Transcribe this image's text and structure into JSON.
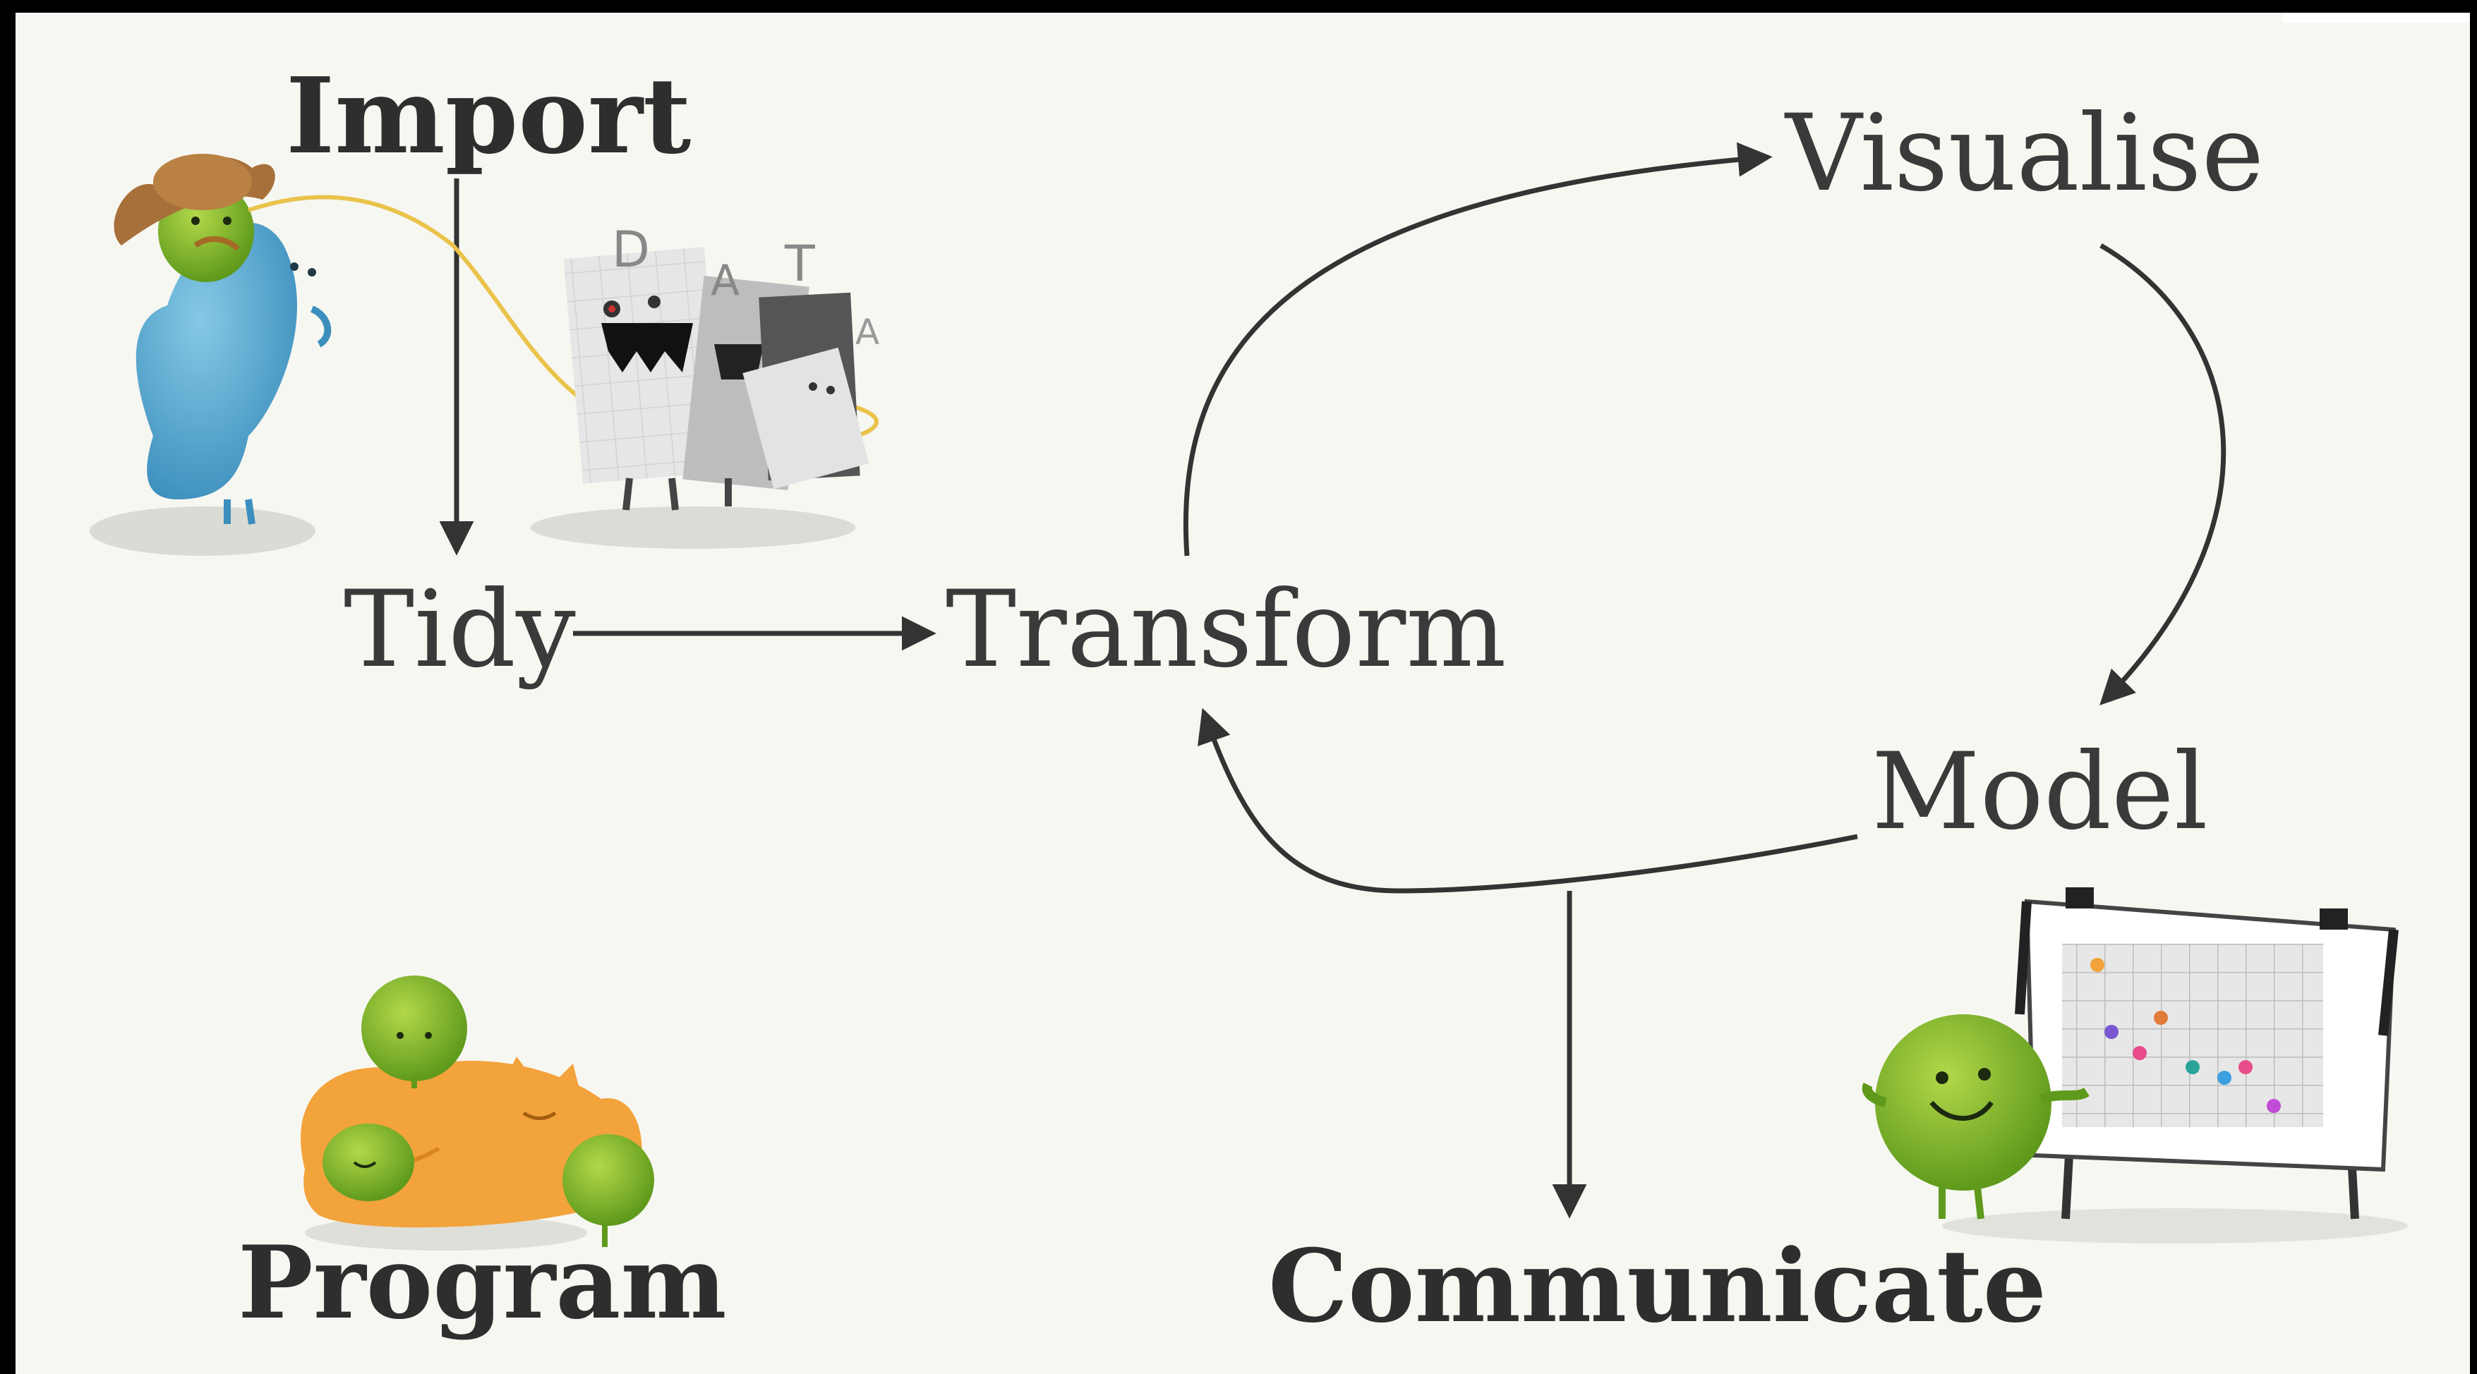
{
  "diagram": {
    "import": "Import",
    "tidy": "Tidy",
    "transform": "Transform",
    "visualise": "Visualise",
    "model": "Model",
    "communicate": "Communicate",
    "program": "Program"
  },
  "colors": {
    "background": "#f7f7f2",
    "ink": "#2e2e2e",
    "green_monster": "#8cbc2b",
    "blue_monster": "#5aaed2",
    "orange_cat": "#f2a33b",
    "hat_brown": "#a7703a",
    "lasso_yellow": "#e9c34a"
  },
  "icons": [
    "cowboy-monster-icon",
    "data-monsters-icon",
    "sleeping-cat-monsters-icon",
    "chart-presenter-monster-icon"
  ]
}
